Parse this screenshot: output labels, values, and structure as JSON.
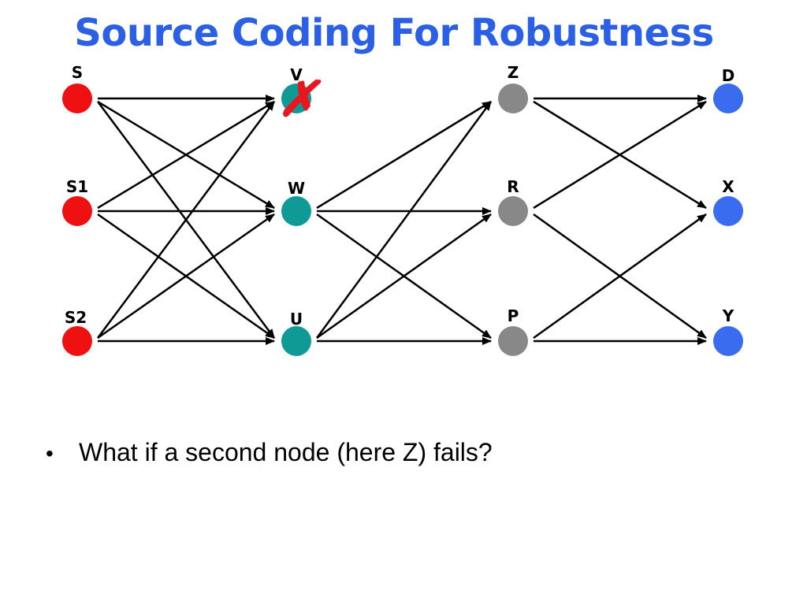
{
  "title": "Source Coding For Robustness",
  "colors": {
    "title": "#2a5fe6",
    "source_node": "#ef1111",
    "middle_node": "#0f9a96",
    "relay_node": "#888888",
    "destination_node": "#3a6cf0",
    "failure_mark": "#e8161f",
    "edge": "#000000"
  },
  "diagram": {
    "nodes": [
      {
        "id": "S",
        "label": "S",
        "kind": "source"
      },
      {
        "id": "S1",
        "label": "S1",
        "kind": "source"
      },
      {
        "id": "S2",
        "label": "S2",
        "kind": "source"
      },
      {
        "id": "V",
        "label": "V",
        "kind": "middle",
        "failed": true
      },
      {
        "id": "W",
        "label": "W",
        "kind": "middle"
      },
      {
        "id": "U",
        "label": "U",
        "kind": "middle"
      },
      {
        "id": "Z",
        "label": "Z",
        "kind": "relay"
      },
      {
        "id": "R",
        "label": "R",
        "kind": "relay"
      },
      {
        "id": "P",
        "label": "P",
        "kind": "relay"
      },
      {
        "id": "D",
        "label": "D",
        "kind": "destination"
      },
      {
        "id": "X",
        "label": "X",
        "kind": "destination"
      },
      {
        "id": "Y",
        "label": "Y",
        "kind": "destination"
      }
    ],
    "edges": [
      [
        "S",
        "V"
      ],
      [
        "S",
        "W"
      ],
      [
        "S",
        "U"
      ],
      [
        "S1",
        "V"
      ],
      [
        "S1",
        "W"
      ],
      [
        "S1",
        "U"
      ],
      [
        "S2",
        "V"
      ],
      [
        "S2",
        "W"
      ],
      [
        "S2",
        "U"
      ],
      [
        "W",
        "Z"
      ],
      [
        "W",
        "R"
      ],
      [
        "W",
        "P"
      ],
      [
        "U",
        "Z"
      ],
      [
        "U",
        "R"
      ],
      [
        "U",
        "P"
      ],
      [
        "Z",
        "D"
      ],
      [
        "Z",
        "X"
      ],
      [
        "R",
        "D"
      ],
      [
        "R",
        "Y"
      ],
      [
        "P",
        "X"
      ],
      [
        "P",
        "Y"
      ]
    ],
    "failure_mark": "✗"
  },
  "bullets": [
    "What if a second node (here Z) fails?"
  ]
}
